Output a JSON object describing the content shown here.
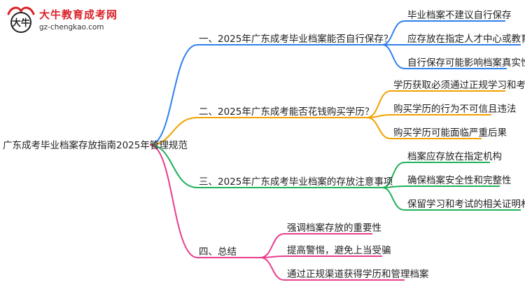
{
  "logo": {
    "title": "大牛教育成考网",
    "url": "gz-chengkao.com",
    "mark_text": "大牛"
  },
  "colors": {
    "blue": "#2f80ed",
    "orange": "#f2a100",
    "green": "#1fb25a",
    "pink": "#e83e8c",
    "brand_red": "#d9232a"
  },
  "mindmap": {
    "root": "广东成考毕业档案存放指南2025年管理规范",
    "branches": [
      {
        "label": "一、2025年广东成考毕业档案能否自行保存？",
        "color": "blue",
        "leaves": [
          "毕业档案不建议自行保存",
          "应存放在指定人才中心或教育机构",
          "自行保存可能影响档案真实性"
        ]
      },
      {
        "label": "二、2025年广东成考能否花钱购买学历？",
        "color": "orange",
        "leaves": [
          "学历获取必须通过正规学习和考试",
          "购买学历的行为不可信且违法",
          "购买学历可能面临严重后果"
        ]
      },
      {
        "label": "三、2025年广东成考毕业档案的存放注意事项",
        "color": "green",
        "leaves": [
          "档案应存放在指定机构",
          "确保档案安全性和完整性",
          "保留学习和考试的相关证明材料"
        ]
      },
      {
        "label": "四、总结",
        "color": "pink",
        "leaves": [
          "强调档案存放的重要性",
          "提高警惕，避免上当受骗",
          "通过正规渠道获得学历和管理档案"
        ]
      }
    ]
  }
}
